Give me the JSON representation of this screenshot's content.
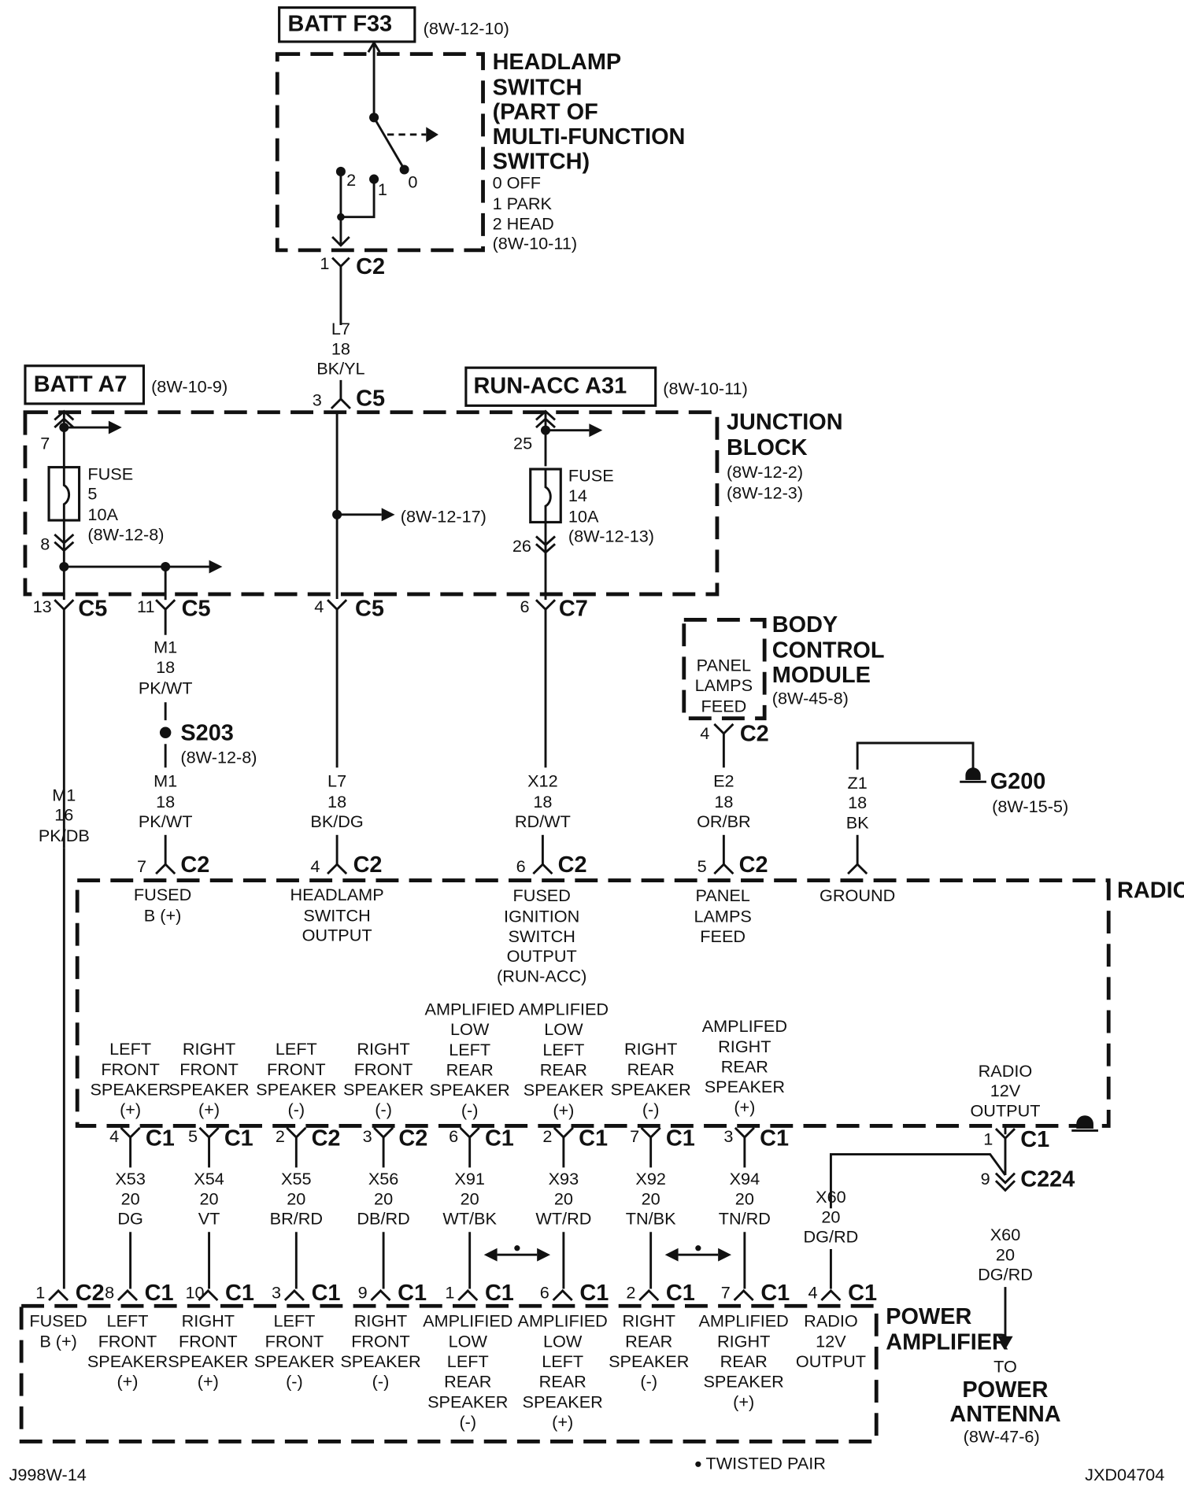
{
  "sources": {
    "batt_f33": {
      "label": "BATT F33",
      "ref": "(8W-12-10)"
    },
    "batt_a7": {
      "label": "BATT A7",
      "ref": "(8W-10-9)"
    },
    "run_acc_a31": {
      "label": "RUN-ACC A31",
      "ref": "(8W-10-11)"
    }
  },
  "headlamp_switch": {
    "title": [
      "HEADLAMP",
      "SWITCH",
      "(PART OF",
      "MULTI-FUNCTION",
      "SWITCH)"
    ],
    "positions": [
      "0 OFF",
      "1 PARK",
      "2 HEAD"
    ],
    "ref": "(8W-10-11)",
    "terminals": [
      "2",
      "1",
      "0"
    ],
    "connector": {
      "pin": "1",
      "name": "C2"
    }
  },
  "l7_wire_upper": {
    "circuit": "L7",
    "gauge": "18",
    "color": "BK/YL"
  },
  "junction_block": {
    "title": [
      "JUNCTION",
      "BLOCK"
    ],
    "refs": [
      "(8W-12-2)",
      "(8W-12-3)"
    ],
    "fuse5": {
      "label": "FUSE",
      "number": "5",
      "rating": "10A",
      "ref": "(8W-12-8)",
      "pin_in": "7",
      "pin_out": "8"
    },
    "fuse14": {
      "label": "FUSE",
      "number": "14",
      "rating": "10A",
      "ref": "(8W-12-13)",
      "pin_in": "25",
      "pin_out": "26"
    },
    "branch_ref": "(8W-12-17)",
    "c5_in": {
      "pin": "3",
      "name": "C5"
    },
    "outputs": [
      {
        "pin": "13",
        "name": "C5"
      },
      {
        "pin": "11",
        "name": "C5"
      },
      {
        "pin": "4",
        "name": "C5"
      },
      {
        "pin": "6",
        "name": "C7"
      }
    ]
  },
  "m1_upper": {
    "circuit": "M1",
    "gauge": "18",
    "color": "PK/WT"
  },
  "splice": {
    "label": "S203",
    "ref": "(8W-12-8)"
  },
  "m1_lower": {
    "circuit": "M1",
    "gauge": "18",
    "color": "PK/WT"
  },
  "m1_direct": {
    "circuit": "M1",
    "gauge": "16",
    "color": "PK/DB"
  },
  "l7_lower": {
    "circuit": "L7",
    "gauge": "18",
    "color": "BK/DG"
  },
  "x12": {
    "circuit": "X12",
    "gauge": "18",
    "color": "RD/WT"
  },
  "e2": {
    "circuit": "E2",
    "gauge": "18",
    "color": "OR/BR"
  },
  "z1": {
    "circuit": "Z1",
    "gauge": "18",
    "color": "BK"
  },
  "bcm": {
    "title": [
      "BODY",
      "CONTROL",
      "MODULE"
    ],
    "ref": "(8W-45-8)",
    "inner": [
      "PANEL",
      "LAMPS",
      "FEED"
    ],
    "connector": {
      "pin": "4",
      "name": "C2"
    }
  },
  "ground": {
    "label": "G200",
    "ref": "(8W-15-5)"
  },
  "radio": {
    "title": "RADIO",
    "top_pins": [
      {
        "pin": "7",
        "name": "C2",
        "lines": [
          "FUSED",
          "B (+)"
        ]
      },
      {
        "pin": "4",
        "name": "C2",
        "lines": [
          "HEADLAMP",
          "SWITCH",
          "OUTPUT"
        ]
      },
      {
        "pin": "6",
        "name": "C2",
        "lines": [
          "FUSED",
          "IGNITION",
          "SWITCH",
          "OUTPUT",
          "(RUN-ACC)"
        ]
      },
      {
        "pin": "5",
        "name": "C2",
        "lines": [
          "PANEL",
          "LAMPS",
          "FEED"
        ]
      },
      {
        "pin": "",
        "name": "",
        "lines": [
          "GROUND"
        ]
      }
    ],
    "bottom_pins": [
      {
        "pin": "4",
        "name": "C1",
        "lines": [
          "LEFT",
          "FRONT",
          "SPEAKER",
          "(+)"
        ]
      },
      {
        "pin": "5",
        "name": "C1",
        "lines": [
          "RIGHT",
          "FRONT",
          "SPEAKER",
          "(+)"
        ]
      },
      {
        "pin": "2",
        "name": "C2",
        "lines": [
          "LEFT",
          "FRONT",
          "SPEAKER",
          "(-)"
        ]
      },
      {
        "pin": "3",
        "name": "C2",
        "lines": [
          "RIGHT",
          "FRONT",
          "SPEAKER",
          "(-)"
        ]
      },
      {
        "pin": "6",
        "name": "C1",
        "lines": [
          "AMPLIFIED",
          "LOW",
          "LEFT",
          "REAR",
          "SPEAKER",
          "(-)"
        ]
      },
      {
        "pin": "2",
        "name": "C1",
        "lines": [
          "AMPLIFIED",
          "LOW",
          "LEFT",
          "REAR",
          "SPEAKER",
          "(+)"
        ]
      },
      {
        "pin": "7",
        "name": "C1",
        "lines": [
          "RIGHT",
          "REAR",
          "SPEAKER",
          "(-)"
        ]
      },
      {
        "pin": "3",
        "name": "C1",
        "lines": [
          "AMPLIFED",
          "RIGHT",
          "REAR",
          "SPEAKER",
          "(+)"
        ]
      },
      {
        "pin": "1",
        "name": "C1",
        "lines": [
          "RADIO",
          "12V",
          "OUTPUT"
        ]
      }
    ]
  },
  "speaker_wires": [
    {
      "circuit": "X53",
      "gauge": "20",
      "color": "DG"
    },
    {
      "circuit": "X54",
      "gauge": "20",
      "color": "VT"
    },
    {
      "circuit": "X55",
      "gauge": "20",
      "color": "BR/RD"
    },
    {
      "circuit": "X56",
      "gauge": "20",
      "color": "DB/RD"
    },
    {
      "circuit": "X91",
      "gauge": "20",
      "color": "WT/BK"
    },
    {
      "circuit": "X93",
      "gauge": "20",
      "color": "WT/RD"
    },
    {
      "circuit": "X92",
      "gauge": "20",
      "color": "TN/BK"
    },
    {
      "circuit": "X94",
      "gauge": "20",
      "color": "TN/RD"
    }
  ],
  "x60_amp": {
    "circuit": "X60",
    "gauge": "20",
    "color": "DG/RD"
  },
  "x60_ant": {
    "circuit": "X60",
    "gauge": "20",
    "color": "DG/RD"
  },
  "c224": {
    "pin": "9",
    "name": "C224"
  },
  "power_amplifier": {
    "title": [
      "POWER",
      "AMPLIFIER"
    ],
    "pins": [
      {
        "pin": "1",
        "name": "C2",
        "lines": [
          "FUSED",
          "B (+)"
        ]
      },
      {
        "pin": "8",
        "name": "C1",
        "lines": [
          "LEFT",
          "FRONT",
          "SPEAKER",
          "(+)"
        ]
      },
      {
        "pin": "10",
        "name": "C1",
        "lines": [
          "RIGHT",
          "FRONT",
          "SPEAKER",
          "(+)"
        ]
      },
      {
        "pin": "3",
        "name": "C1",
        "lines": [
          "LEFT",
          "FRONT",
          "SPEAKER",
          "(-)"
        ]
      },
      {
        "pin": "9",
        "name": "C1",
        "lines": [
          "RIGHT",
          "FRONT",
          "SPEAKER",
          "(-)"
        ]
      },
      {
        "pin": "1",
        "name": "C1",
        "lines": [
          "AMPLIFIED",
          "LOW",
          "LEFT",
          "REAR",
          "SPEAKER",
          "(-)"
        ]
      },
      {
        "pin": "6",
        "name": "C1",
        "lines": [
          "AMPLIFIED",
          "LOW",
          "LEFT",
          "REAR",
          "SPEAKER",
          "(+)"
        ]
      },
      {
        "pin": "2",
        "name": "C1",
        "lines": [
          "RIGHT",
          "REAR",
          "SPEAKER",
          "(-)"
        ]
      },
      {
        "pin": "7",
        "name": "C1",
        "lines": [
          "AMPLIFIED",
          "RIGHT",
          "REAR",
          "SPEAKER",
          "(+)"
        ]
      },
      {
        "pin": "4",
        "name": "C1",
        "lines": [
          "RADIO",
          "12V",
          "OUTPUT"
        ]
      }
    ]
  },
  "antenna": {
    "to": "TO",
    "title": [
      "POWER",
      "ANTENNA"
    ],
    "ref": "(8W-47-6)"
  },
  "legend": {
    "twisted_pair": "TWISTED PAIR"
  },
  "footer": {
    "left": "J998W-14",
    "right": "JXD04704"
  }
}
